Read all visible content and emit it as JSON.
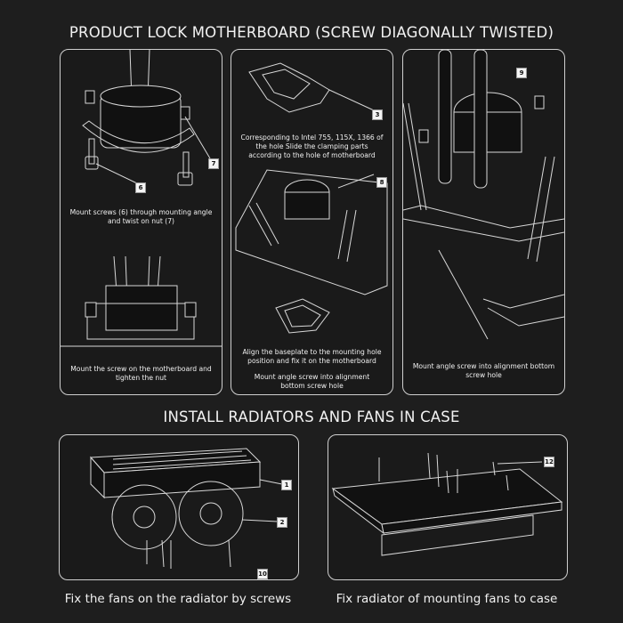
{
  "section1": {
    "title": "PRODUCT LOCK MOTHERBOARD (SCREW DIAGONALLY TWISTED)",
    "panel_left": {
      "callouts": [
        "7",
        "6"
      ],
      "caption_top": "Mount screws (6) through mounting angle and twist on nut (7)",
      "caption_bottom": "Mount the screw on the motherboard and tighten the nut"
    },
    "panel_middle": {
      "callouts": [
        "3",
        "8"
      ],
      "caption_top": "Corresponding to Intel 755, 115X, 1366 of the hole Slide the clamping parts according to the hole of motherboard",
      "caption_mid": "Align the baseplate to the mounting hole position and fix it on the motherboard",
      "caption_bottom": "Mount angle screw into alignment bottom screw hole"
    },
    "panel_right": {
      "callouts": [
        "9"
      ],
      "caption_bottom": "Mount angle screw into alignment bottom screw hole"
    }
  },
  "section2": {
    "title": "INSTALL RADIATORS AND FANS IN CASE",
    "panel_left": {
      "callouts": [
        "1",
        "2",
        "10"
      ],
      "caption": "Fix the fans on the radiator by screws"
    },
    "panel_right": {
      "callouts": [
        "12"
      ],
      "caption": "Fix radiator of mounting fans to case"
    }
  }
}
